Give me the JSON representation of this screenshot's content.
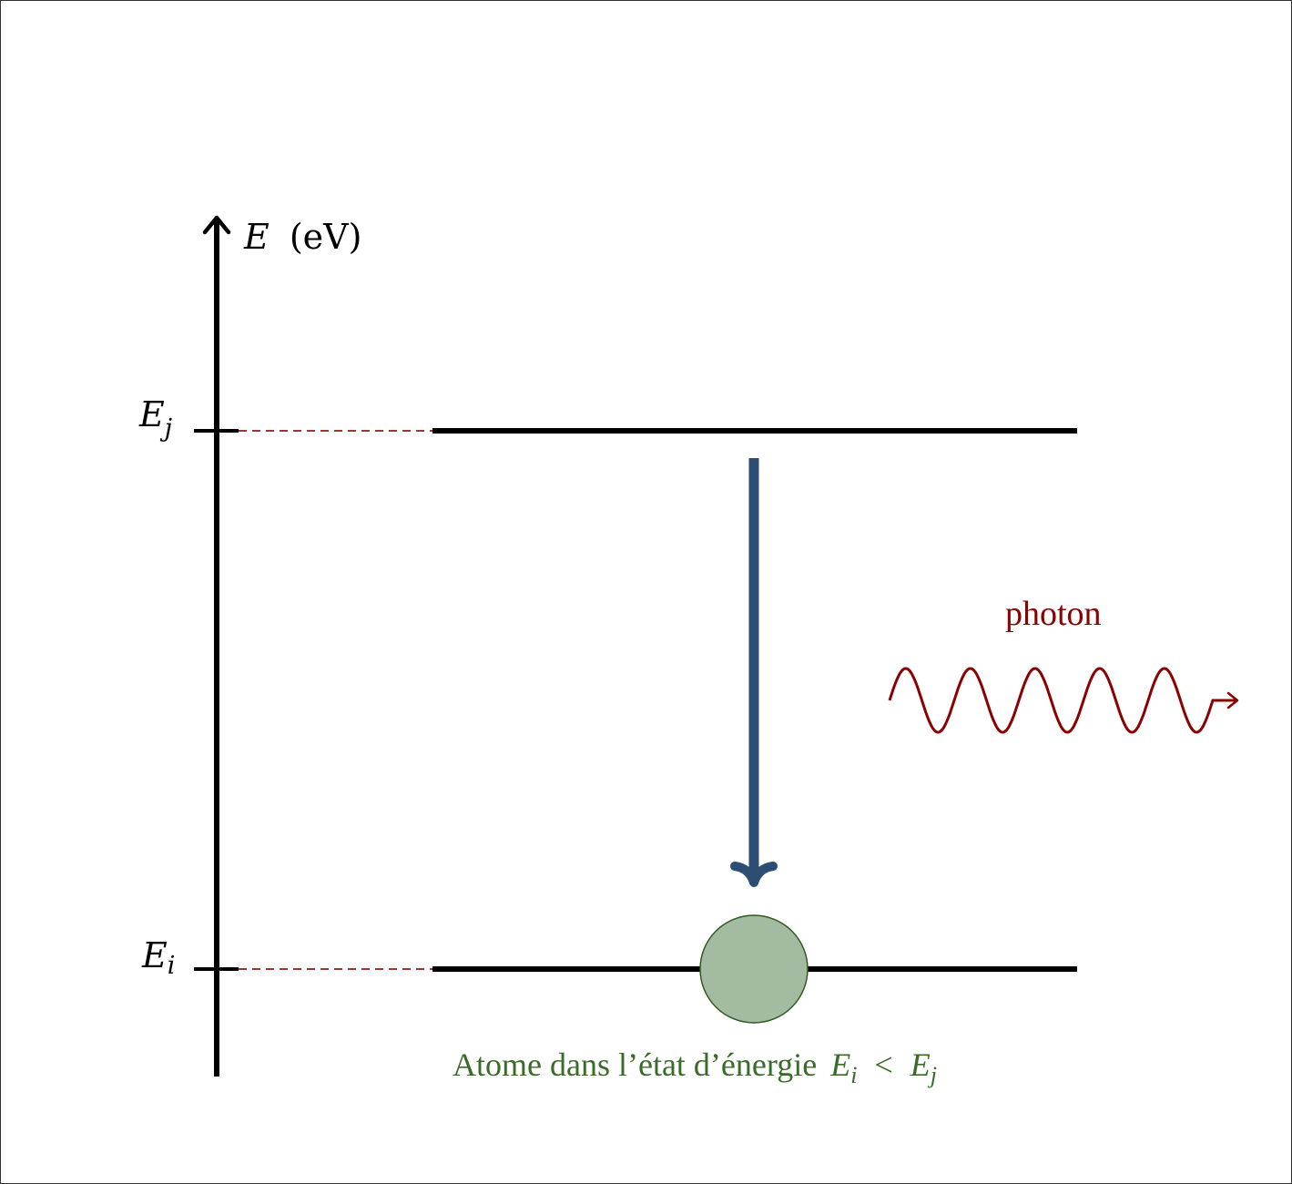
{
  "axis": {
    "symbol": "E",
    "unit": "(eV)"
  },
  "levels": {
    "upper": {
      "symbol": "E",
      "subscript": "j"
    },
    "lower": {
      "symbol": "E",
      "subscript": "i"
    }
  },
  "photon": {
    "label": "photon"
  },
  "atom": {
    "caption_text": "Atome dans l’état d’énergie",
    "relation": {
      "left_symbol": "E",
      "left_subscript": "i",
      "operator": "<",
      "right_symbol": "E",
      "right_subscript": "j"
    }
  },
  "colors": {
    "axis": "#000000",
    "level": "#000000",
    "guide": "#8b1a1a",
    "transition_arrow": "#2e4d72",
    "photon": "#8b0000",
    "atom_fill": "#a3bca1",
    "atom_stroke": "#2e5a1f",
    "caption": "#3b6b2a"
  }
}
